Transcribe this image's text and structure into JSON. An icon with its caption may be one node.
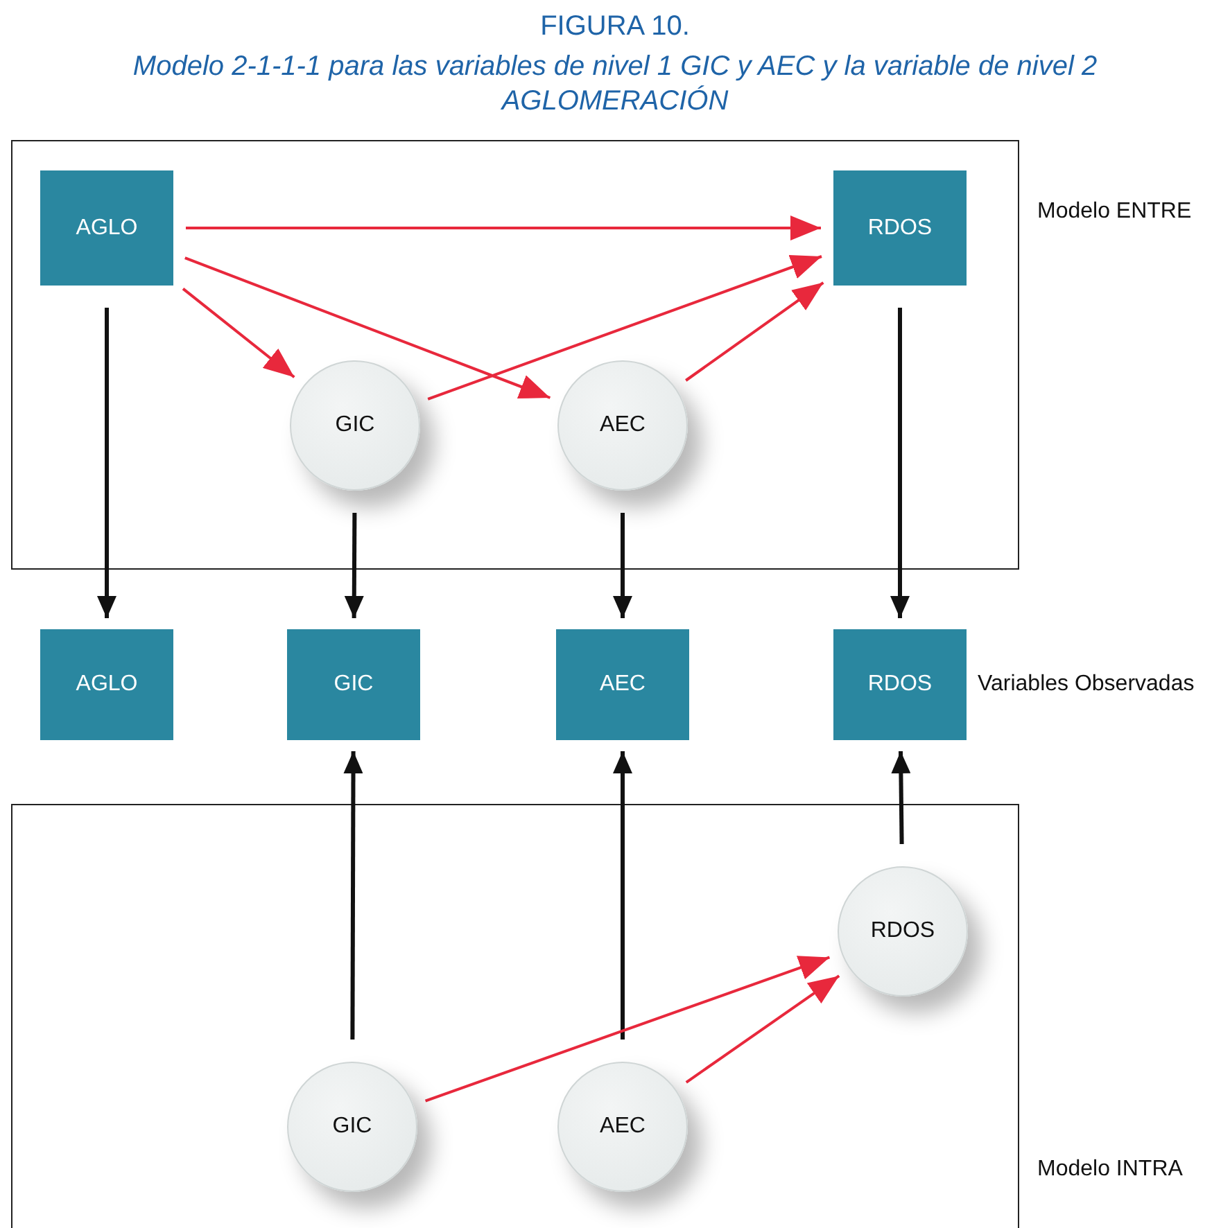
{
  "diagram": {
    "title": "FIGURA 10.",
    "caption": "Modelo 2-1-1-1 para las variables de nivel 1 GIC y AEC y la variable de nivel 2 AGLOMERACIÓN",
    "nodes": [
      {
        "text": [
          "Modelo ENTRE"
        ]
      },
      {
        "text": [
          "AGLO"
        ],
        "in": 0
      },
      {
        "text": [
          "RDOS"
        ],
        "in": 0
      },
      {
        "text": [
          "GIC"
        ],
        "in": 0
      },
      {
        "text": [
          "AEC"
        ],
        "in": 0
      },
      {
        "text": [
          "AGLO"
        ]
      },
      {
        "text": [
          "GIC"
        ]
      },
      {
        "text": [
          "AEC"
        ]
      },
      {
        "text": [
          "RDOS"
        ]
      },
      {
        "text": [
          "Modelo INTRA"
        ]
      },
      {
        "text": [
          "RDOS"
        ],
        "in": 9
      },
      {
        "text": [
          "GIC"
        ],
        "in": 9
      },
      {
        "text": [
          "AEC"
        ],
        "in": 9
      }
    ],
    "edges": [
      {
        "from": 1,
        "to": 2,
        "arrow": "to",
        "color": "#e8283c"
      },
      {
        "from": 1,
        "to": 4,
        "arrow": "to",
        "color": "#e8283c"
      },
      {
        "from": 1,
        "to": 3,
        "arrow": "to",
        "color": "#e8283c"
      },
      {
        "from": 3,
        "to": 2,
        "arrow": "to",
        "color": "#e8283c"
      },
      {
        "from": 4,
        "to": 2,
        "arrow": "to",
        "color": "#e8283c"
      },
      {
        "from": 1,
        "to": 5,
        "arrow": "to",
        "color": "#111111"
      },
      {
        "from": 3,
        "to": 6,
        "arrow": "to",
        "color": "#111111"
      },
      {
        "from": 4,
        "to": 7,
        "arrow": "to",
        "color": "#111111"
      },
      {
        "from": 2,
        "to": 8,
        "arrow": "to",
        "color": "#111111"
      },
      {
        "from": 11,
        "to": 6,
        "arrow": "to",
        "color": "#111111"
      },
      {
        "from": 12,
        "to": 7,
        "arrow": "to",
        "color": "#111111"
      },
      {
        "from": 10,
        "to": 8,
        "arrow": "to",
        "color": "#111111"
      },
      {
        "from": 11,
        "to": 10,
        "arrow": "to",
        "color": "#e8283c"
      },
      {
        "from": 12,
        "to": 10,
        "arrow": "to",
        "color": "#e8283c"
      }
    ],
    "labels": [
      "Variables Observadas"
    ]
  }
}
